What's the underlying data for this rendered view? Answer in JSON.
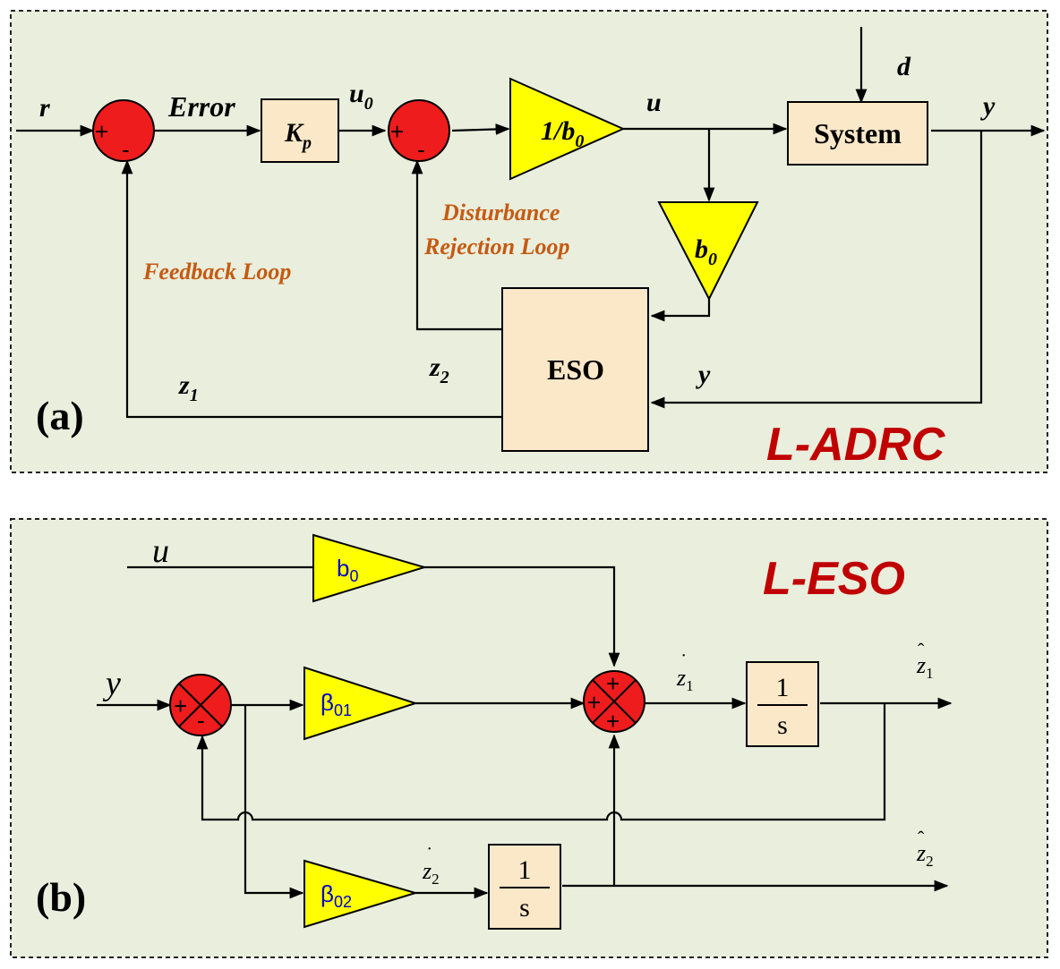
{
  "panel_a": {
    "label": "(a)",
    "title": "L-ADRC",
    "signals": {
      "r": "r",
      "error": "Error",
      "u0": "u",
      "u0_sub": "0",
      "u": "u",
      "d": "d",
      "y_out": "y",
      "y_fb": "y",
      "z1": "z",
      "z1_sub": "1",
      "z2": "z",
      "z2_sub": "2"
    },
    "blocks": {
      "kp": "K",
      "kp_sub": "p",
      "inv_b0": "1/b",
      "inv_b0_sub": "0",
      "b0": "b",
      "b0_sub": "0",
      "system": "System",
      "eso": "ESO"
    },
    "loops": {
      "feedback": "Feedback Loop",
      "disturbance_1": "Disturbance",
      "disturbance_2": "Rejection Loop"
    },
    "signs": {
      "plus": "+",
      "minus": "-"
    }
  },
  "panel_b": {
    "label": "(b)",
    "title": "L-ESO",
    "signals": {
      "u": "u",
      "y": "y",
      "zdot1": "z",
      "zdot1_sub": "1",
      "zdot2": "z",
      "zdot2_sub": "2",
      "zhat1": "z",
      "zhat1_sub": "1",
      "zhat2": "z",
      "zhat2_sub": "2"
    },
    "gains": {
      "b0": "b",
      "b0_sub": "0",
      "beta01": "β",
      "beta01_sub": "01",
      "beta02": "β",
      "beta02_sub": "02"
    },
    "integrator": {
      "num": "1",
      "den": "s"
    },
    "signs": {
      "plus": "+",
      "minus": "-"
    }
  }
}
